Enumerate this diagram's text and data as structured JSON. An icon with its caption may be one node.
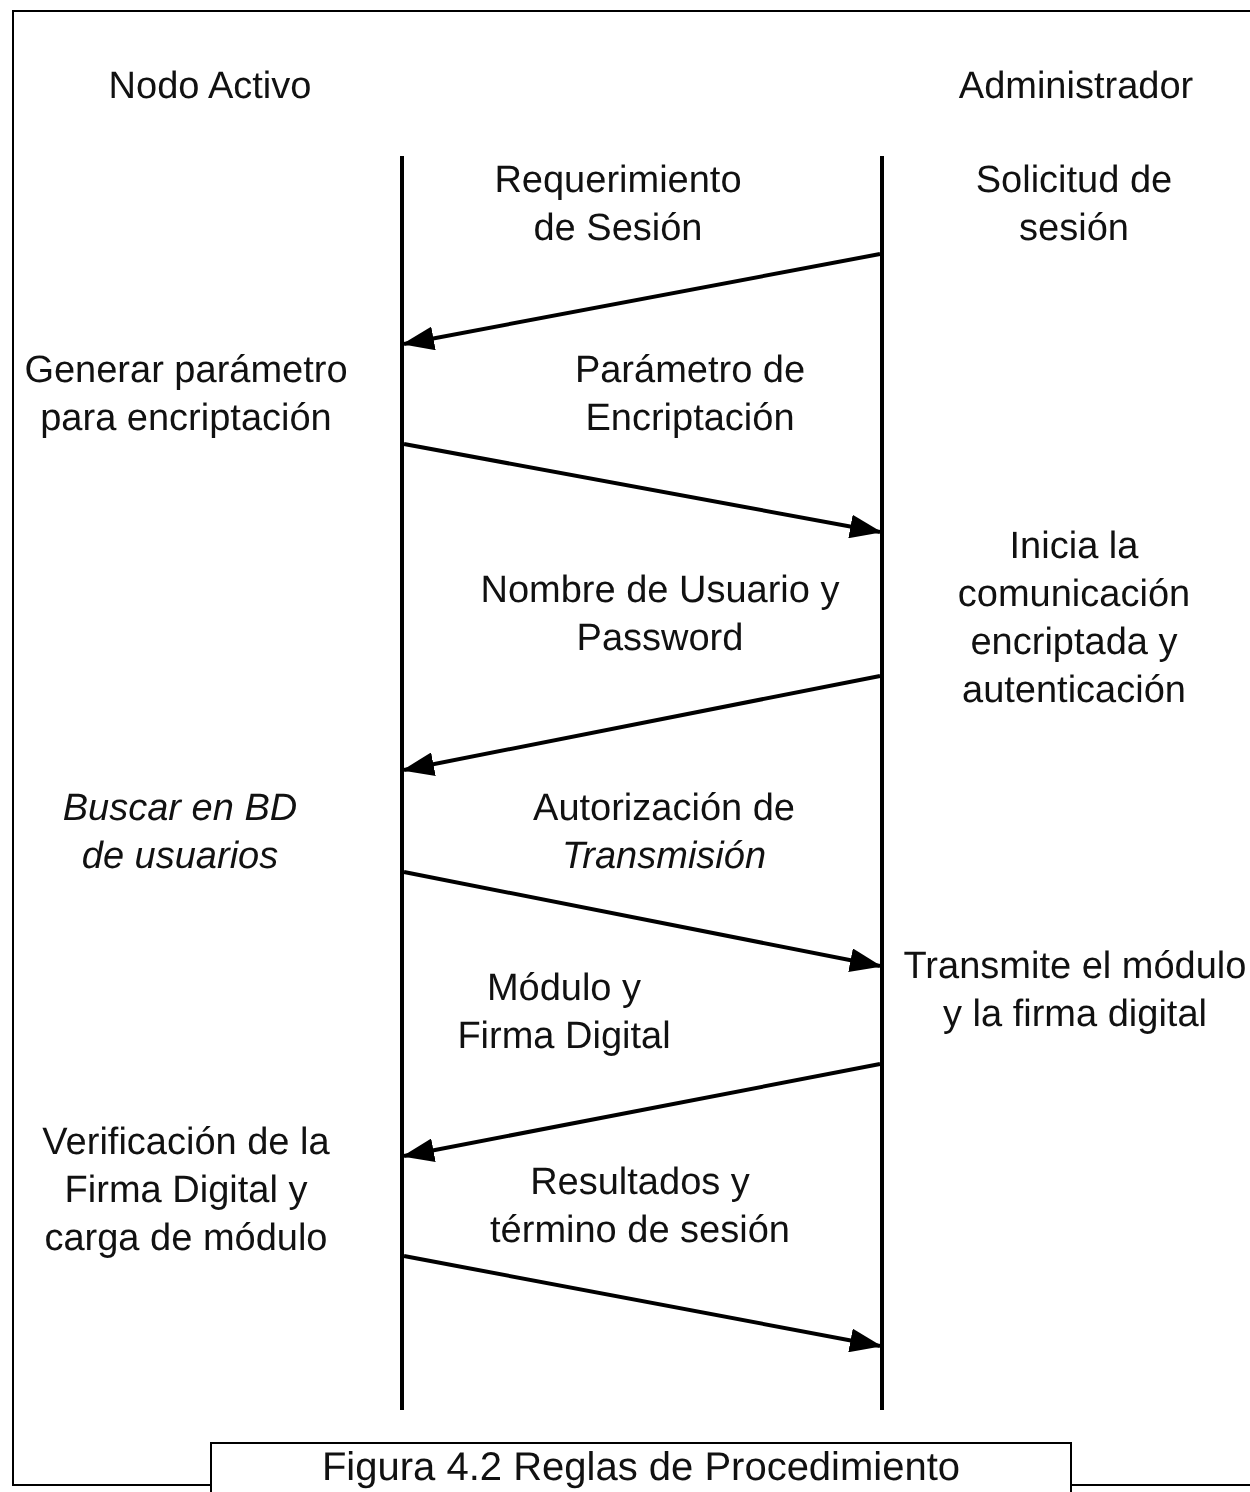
{
  "diagram": {
    "caption": "Figura 4.2 Reglas de Procedimiento",
    "nodes": [
      {
        "text": [],
        "shape": "bar",
        "beside": [
          "Nodo Activo",
          "Generar parámetro para encriptación",
          "Buscar en BD de usuarios",
          "Verificación de la Firma Digital y carga de módulo"
        ]
      },
      {
        "text": [],
        "shape": "bar",
        "beside": [
          "Administrador",
          "Solicitud de sesión",
          "Inicia la comunicación encriptada y autenticación",
          "Transmite el módulo y la firma digital"
        ]
      }
    ],
    "edges": [
      {
        "from": 1,
        "to": 0,
        "arrow": "to",
        "label": "Requerimiento de Sesión"
      },
      {
        "from": 0,
        "to": 1,
        "arrow": "to",
        "label": "Parámetro de Encriptación"
      },
      {
        "from": 1,
        "to": 0,
        "arrow": "to",
        "label": "Nombre de Usuario y Password"
      },
      {
        "from": 0,
        "to": 1,
        "arrow": "to",
        "label": "Autorización de *Transmisión*"
      },
      {
        "from": 1,
        "to": 0,
        "arrow": "to",
        "label": "Módulo y Firma Digital"
      },
      {
        "from": 0,
        "to": 1,
        "arrow": "to",
        "label": "Resultados y término de sesión"
      }
    ]
  }
}
